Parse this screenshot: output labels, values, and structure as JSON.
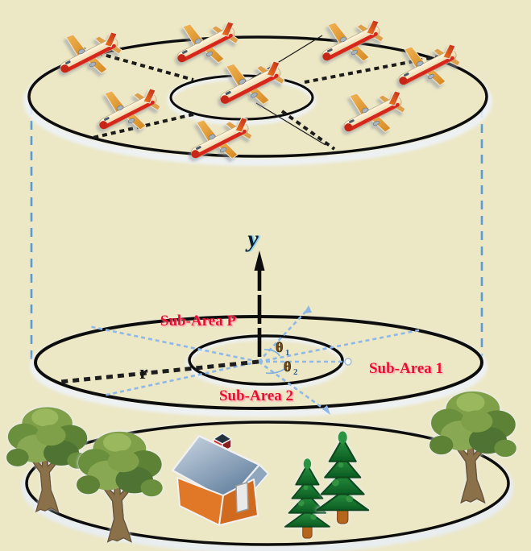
{
  "diagram": {
    "areas": {
      "sub_area_p": "Sub-Area P",
      "sub_area_1": "Sub-Area 1",
      "sub_area_2": "Sub-Area 2"
    },
    "axis": {
      "y_label": "y",
      "radius_label": "r"
    },
    "angles": {
      "theta1_symbol": "θ",
      "theta1_sub": "1",
      "theta2_symbol": "θ",
      "theta2_sub": "2"
    },
    "objects": {
      "airplane_count": 8,
      "deciduous_tree_count": 3,
      "conifer_tree_count": 2,
      "house_count": 1
    },
    "colors": {
      "background": "#ece7c4",
      "label_red": "#e8112e",
      "label_glow_pink": "#ff9fb5",
      "cylinder_dash_blue": "#5b9bd5",
      "radial_dash_blue": "#8fb8e8",
      "line_black": "#111111",
      "roof_blue": "#5f7d9c",
      "house_orange": "#e07828",
      "tree_green": "#6d8f3c",
      "conifer_green": "#0b5c22"
    }
  }
}
